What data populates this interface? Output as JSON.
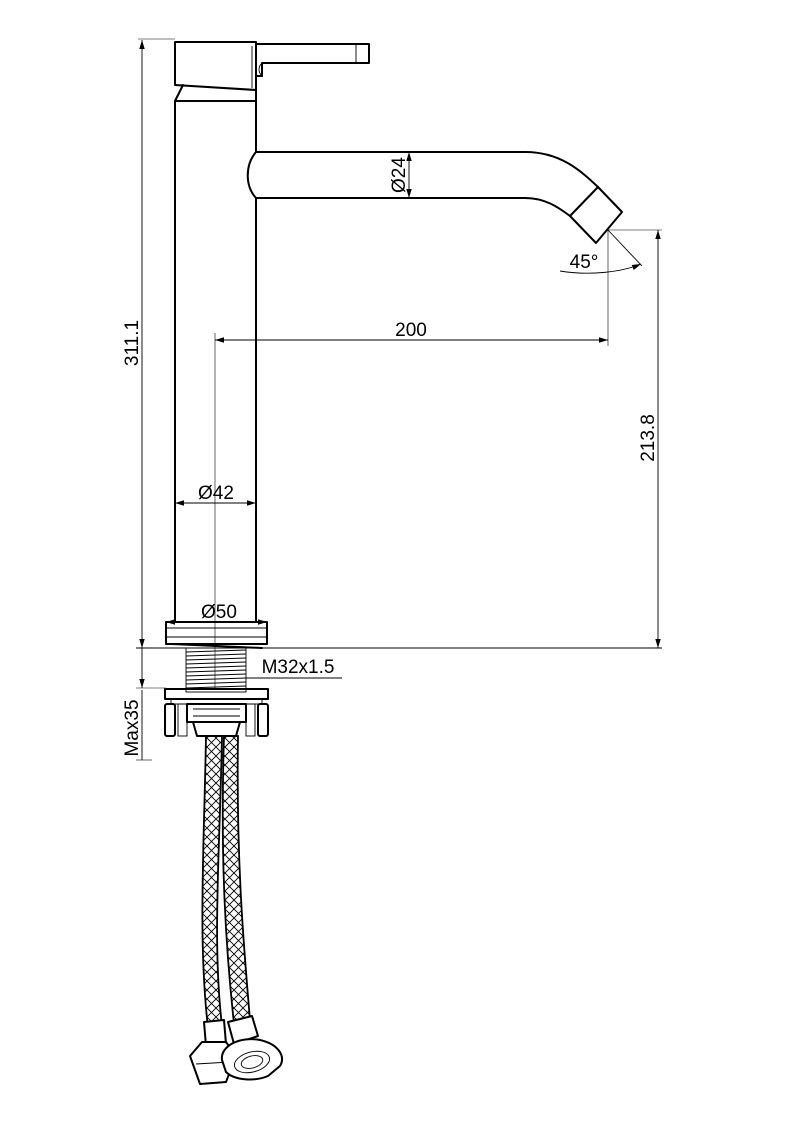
{
  "dimensions": {
    "total_height": "311.1",
    "spout_height": "213.8",
    "reach": "200",
    "spout_diameter": "Ø24",
    "body_diameter": "Ø42",
    "base_diameter": "Ø50",
    "thread": "M32x1.5",
    "max_counter_thickness": "Max35",
    "spout_angle": "45°"
  }
}
